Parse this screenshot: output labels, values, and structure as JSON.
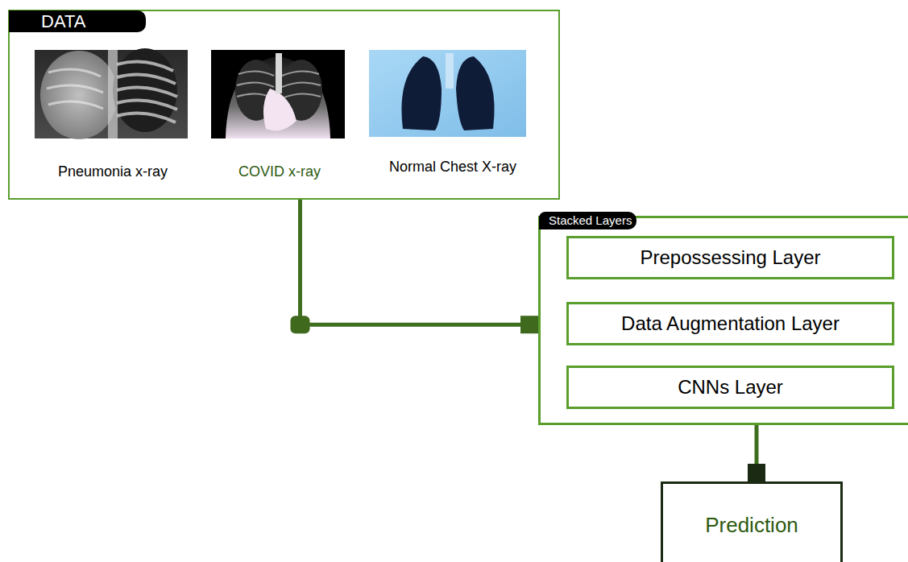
{
  "diagram": {
    "nodes": [
      {
        "text": [
          "DATA",
          "Pneumonia x-ray",
          "COVID x-ray",
          "Normal Chest X-ray"
        ]
      },
      {
        "text": [
          "Stacked Layers"
        ]
      },
      {
        "text": [
          "Prepossessing Layer"
        ],
        "in": 1
      },
      {
        "text": [
          "Data Augmentation Layer"
        ],
        "in": 1
      },
      {
        "text": [
          "CNNs Layer"
        ],
        "in": 1
      },
      {
        "text": [
          "Prediction"
        ]
      }
    ],
    "edges": [
      {
        "from": 0,
        "to": 1,
        "arrow": "none"
      },
      {
        "from": 1,
        "to": 5,
        "arrow": "none"
      }
    ]
  }
}
